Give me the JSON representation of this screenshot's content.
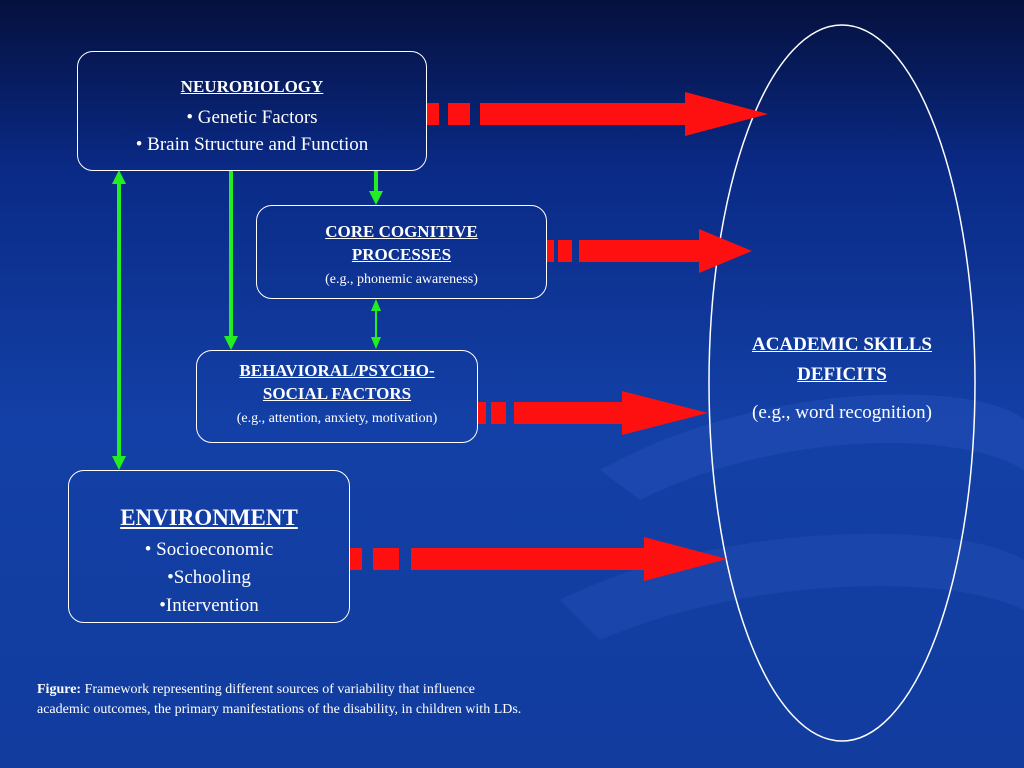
{
  "colors": {
    "background": "#0f3aa0",
    "arrow_red": "#ff1010",
    "arrow_green": "#22ee22",
    "line_white": "#ffffff"
  },
  "neurobiology": {
    "title": "NEUROBIOLOGY",
    "items": [
      "• Genetic Factors",
      "• Brain Structure and Function"
    ]
  },
  "core": {
    "title_line1": "CORE COGNITIVE",
    "title_line2": "PROCESSES",
    "example": "(e.g., phonemic awareness)"
  },
  "behavioral": {
    "title_line1": "BEHAVIORAL/PSYCHO-",
    "title_line2": "SOCIAL FACTORS",
    "example": "(e.g., attention, anxiety, motivation)"
  },
  "environment": {
    "title": "ENVIRONMENT",
    "items": [
      "• Socioeconomic",
      "•Schooling",
      "•Intervention"
    ]
  },
  "outcome": {
    "title_line1": "ACADEMIC SKILLS",
    "title_line2": "DEFICITS",
    "example": "(e.g., word recognition)"
  },
  "caption": {
    "label": "Figure:",
    "text_line1": "Framework representing different sources of variability that influence",
    "text_line2": "academic outcomes, the primary manifestations of the disability, in children with LDs."
  }
}
